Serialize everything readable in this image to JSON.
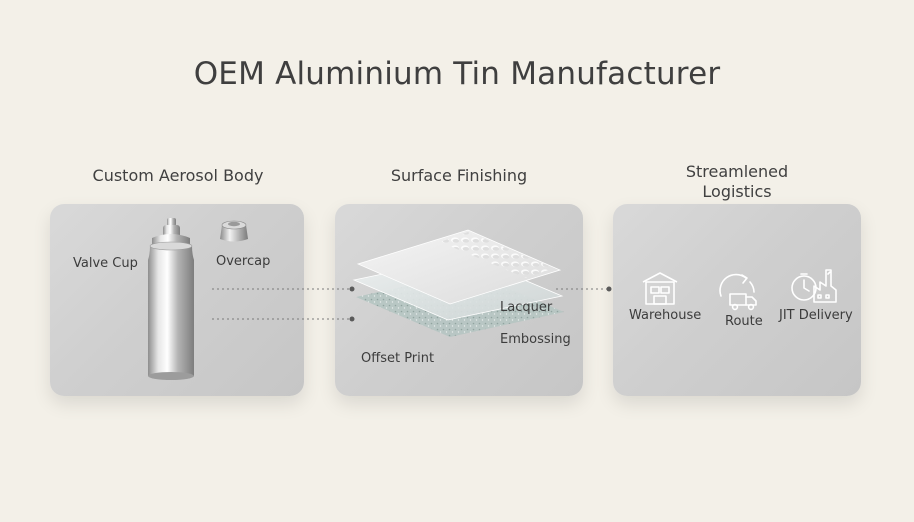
{
  "title": "OEM Aluminium Tin Manufacturer",
  "sections": {
    "aerosol": {
      "heading": "Custom Aerosol Body",
      "labels": {
        "valve_cup": "Valve Cup",
        "overcap": "Overcap"
      }
    },
    "surface": {
      "heading": "Surface Finishing",
      "labels": {
        "lacquer": "Lacquer",
        "embossing": "Embossing",
        "offset_print": "Offset Print"
      }
    },
    "logistics": {
      "heading_line1": "Streamlened",
      "heading_line2": "Logistics",
      "labels": {
        "warehouse": "Warehouse",
        "route": "Route",
        "jit_delivery": "JIT Delivery"
      }
    }
  },
  "colors": {
    "background": "#f3f0e8",
    "panel": "#d2d2d2",
    "text": "#3c3c3c",
    "connector": "#777777"
  },
  "icons": [
    "aerosol-can-icon",
    "overcap-icon",
    "layered-sheets-icon",
    "warehouse-icon",
    "route-truck-icon",
    "jit-delivery-icon"
  ]
}
